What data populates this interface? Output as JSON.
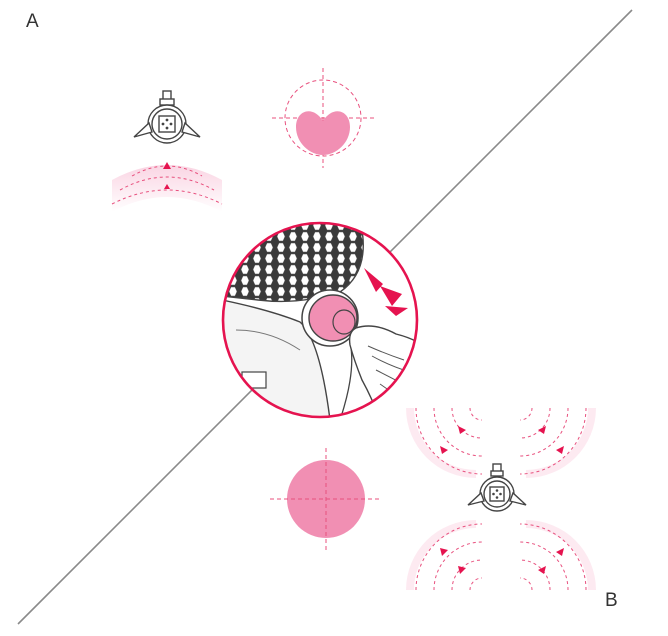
{
  "labels": {
    "mode_a": "A",
    "mode_b": "B"
  },
  "modes": {
    "a": {
      "pattern": "cardioid"
    },
    "b": {
      "pattern": "omnidirectional"
    }
  },
  "colors": {
    "accent_pink": "#f18fb3",
    "accent_light": "#f8c4d8",
    "dashed_line": "#e8507e",
    "red": "#e5134f",
    "line_gray": "#7a7a7a",
    "ink": "#444444"
  },
  "icons": {
    "mode_a_mic": "microphone-top-view-icon",
    "mode_b_mic": "microphone-top-view-icon",
    "button_press": "hand-press-icon",
    "polar_a": "cardioid-pattern-icon",
    "polar_b": "omni-pattern-icon"
  }
}
